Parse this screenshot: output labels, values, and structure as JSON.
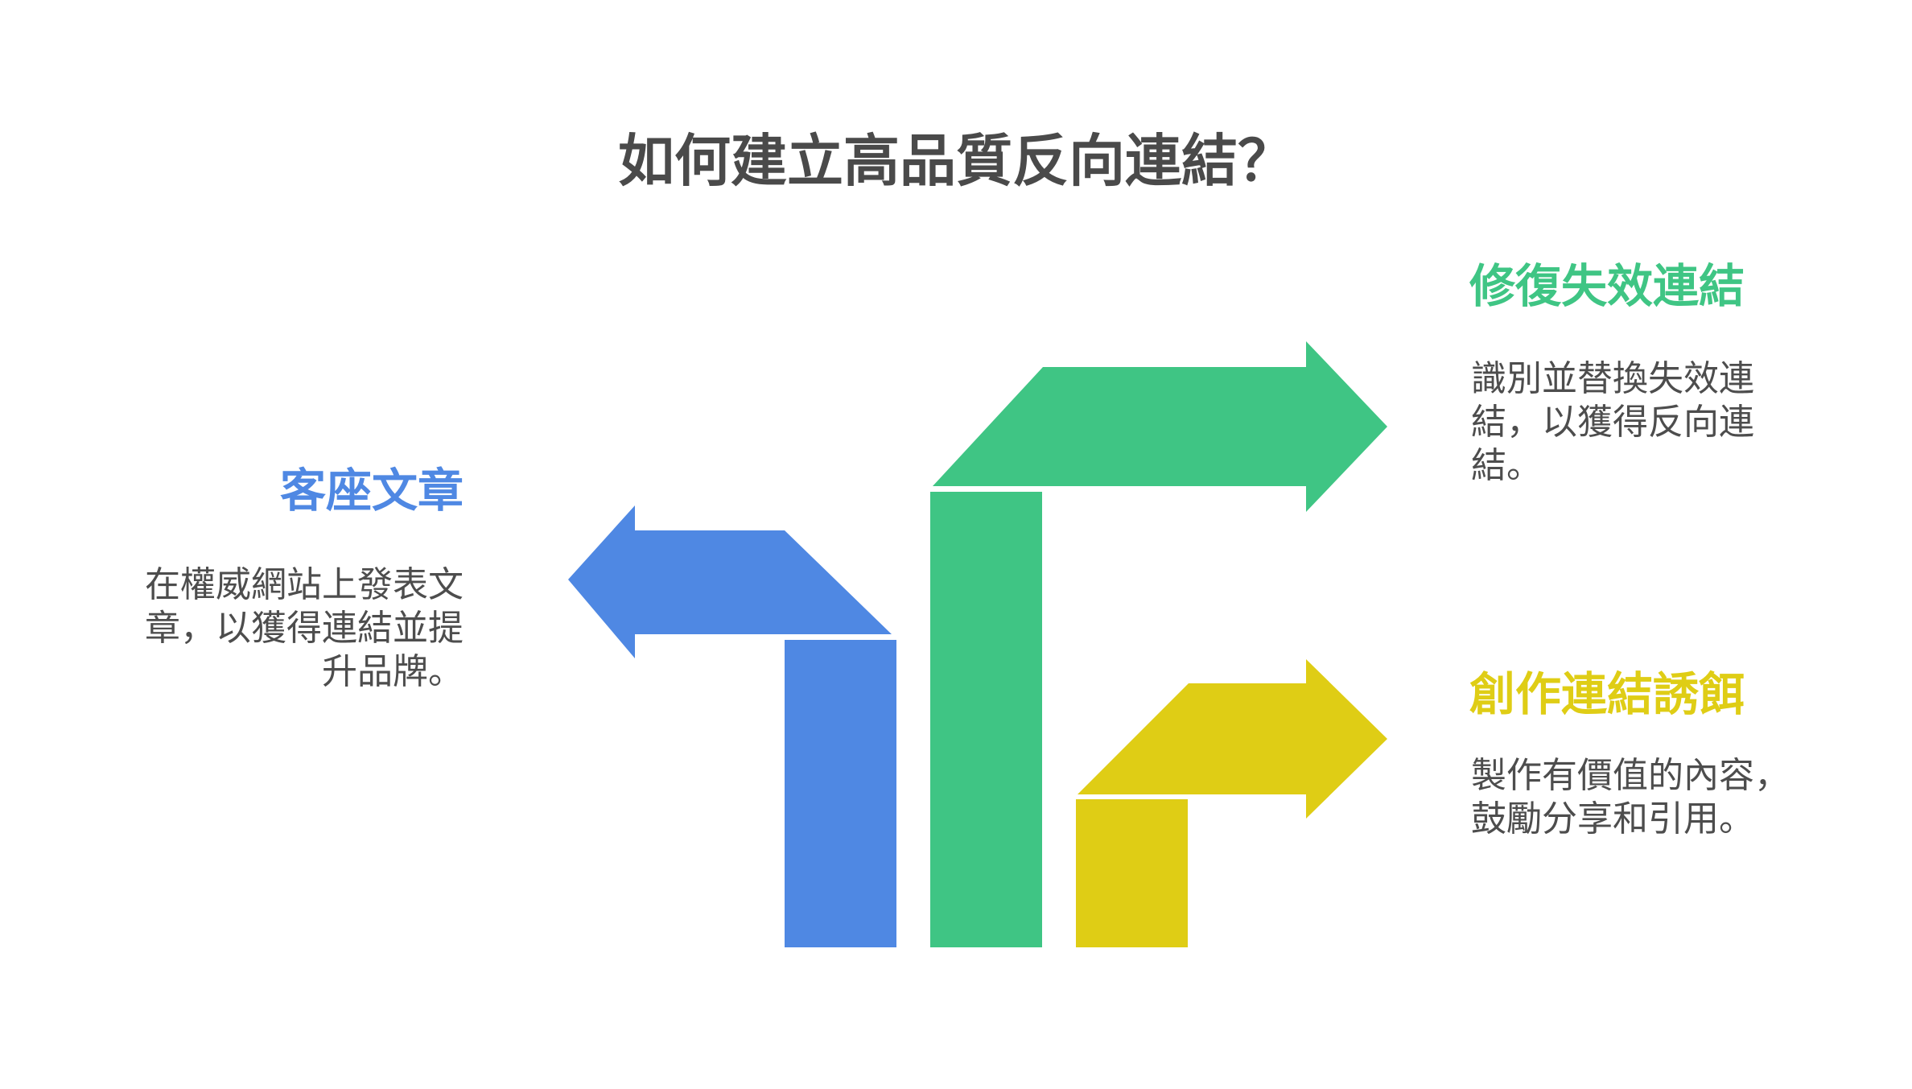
{
  "title": "如何建立高品質反向連結？",
  "colors": {
    "blue": "#4f88e3",
    "green": "#3fc584",
    "yellow": "#dfcd15",
    "text": "#4d4d4d",
    "title": "#4a4a4a"
  },
  "items": [
    {
      "heading": "客座文章",
      "color": "#4f88e3",
      "direction": "left",
      "lines": [
        "在權威網站上發表文",
        "章，以獲得連結並提",
        "升品牌。"
      ]
    },
    {
      "heading": "修復失效連結",
      "color": "#3fc584",
      "direction": "right",
      "lines": [
        "識別並替換失效連",
        "結，以獲得反向連",
        "結。"
      ]
    },
    {
      "heading": "創作連結誘餌",
      "color": "#dfcd15",
      "direction": "right",
      "lines": [
        "製作有價值的內容，",
        "鼓勵分享和引用。"
      ]
    }
  ]
}
